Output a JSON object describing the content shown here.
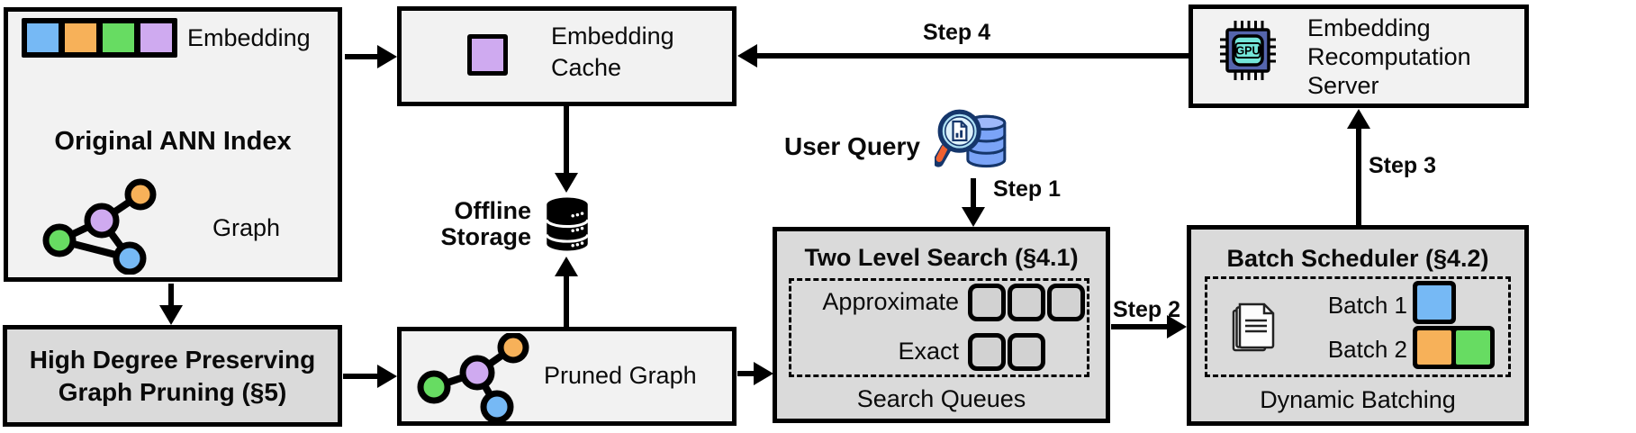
{
  "ann_index": {
    "embedding_label": "Embedding",
    "title": "Original ANN Index",
    "graph_label": "Graph"
  },
  "embedding_cache": {
    "title": "Embedding Cache"
  },
  "offline_storage": {
    "title": "Offline Storage"
  },
  "user_query": {
    "label": "User Query"
  },
  "graph_pruning": {
    "title": "High Degree Preserving Graph Pruning (§5)"
  },
  "pruned_graph": {
    "label": "Pruned Graph"
  },
  "two_level_search": {
    "title": "Two Level Search (§4.1)",
    "rows": [
      {
        "label": "Approximate",
        "slots": 3
      },
      {
        "label": "Exact",
        "slots": 2
      }
    ],
    "caption": "Search Queues"
  },
  "batch_scheduler": {
    "title": "Batch Scheduler (§4.2)",
    "rows": [
      {
        "label": "Batch 1",
        "colors": [
          "blue"
        ]
      },
      {
        "label": "Batch 2",
        "colors": [
          "orange",
          "green"
        ]
      }
    ],
    "caption": "Dynamic Batching"
  },
  "recomputation_server": {
    "title": "Embedding Recomputation Server",
    "chip_label": "GPU"
  },
  "steps": {
    "step1": "Step 1",
    "step2": "Step 2",
    "step3": "Step 3",
    "step4": "Step 4"
  },
  "colors": {
    "embedding_blue": "#76b9f5",
    "embedding_orange": "#f7b159",
    "embedding_green": "#67dc62",
    "embedding_purple": "#cfaaf0",
    "light_box_bg": "#f2f2f2",
    "dark_box_bg": "#dadada",
    "gpu_chip_body": "#5565ad",
    "gpu_chip_inner": "#74e6d9",
    "query_db_fill": "#7ba4f7",
    "query_lens_fill": "#ade0f5",
    "query_handle": "#ef6030",
    "outline": "#000000"
  }
}
